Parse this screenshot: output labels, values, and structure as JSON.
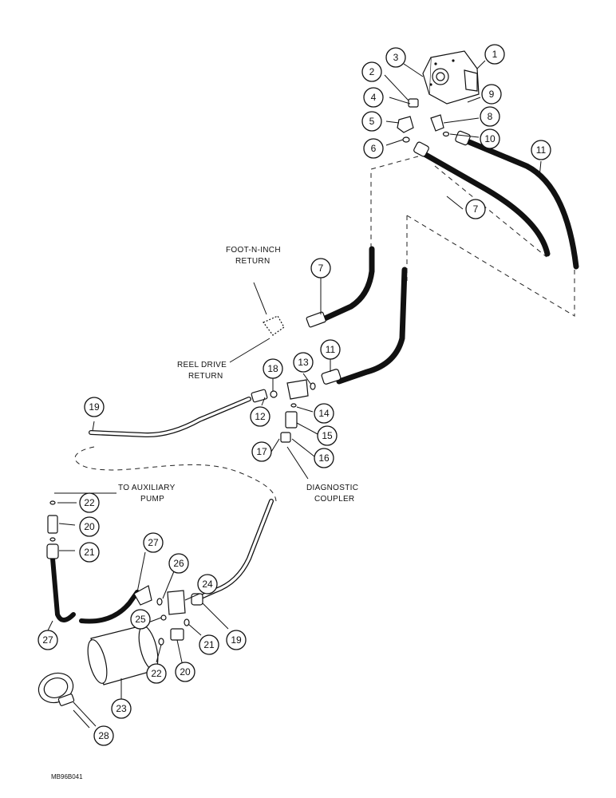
{
  "labels": {
    "foot_n_inch_return_l1": "FOOT-N-INCH",
    "foot_n_inch_return_l2": "RETURN",
    "reel_drive_return_l1": "REEL DRIVE",
    "reel_drive_return_l2": "RETURN",
    "to_auxiliary_pump_l1": "TO AUXILIARY",
    "to_auxiliary_pump_l2": "PUMP",
    "diagnostic_coupler_l1": "DIAGNOSTIC",
    "diagnostic_coupler_l2": "COUPLER",
    "figure_code": "MB96B041"
  },
  "callouts": [
    "1",
    "2",
    "3",
    "4",
    "5",
    "6",
    "7",
    "7",
    "8",
    "9",
    "10",
    "11",
    "11",
    "12",
    "13",
    "14",
    "15",
    "16",
    "17",
    "18",
    "19",
    "19",
    "20",
    "20",
    "21",
    "21",
    "22",
    "22",
    "23",
    "24",
    "25",
    "26",
    "27",
    "27",
    "28"
  ],
  "colors": {
    "ink": "#111111",
    "paper": "#ffffff"
  }
}
